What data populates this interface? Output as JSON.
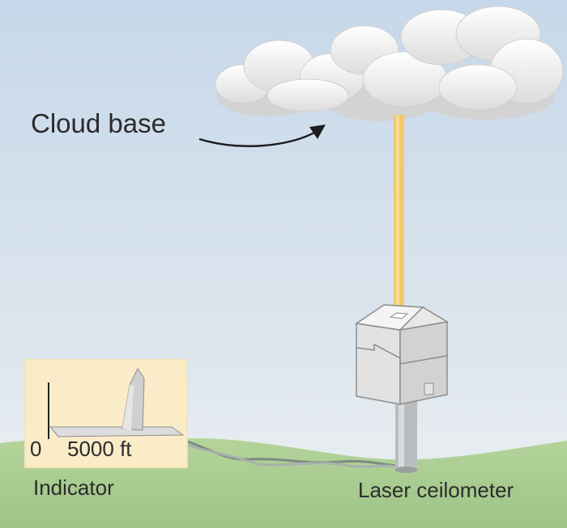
{
  "labels": {
    "cloud_base": "Cloud base",
    "indicator": "Indicator",
    "laser_ceilometer": "Laser ceilometer",
    "indicator_zero": "0",
    "indicator_distance": "5000 ft"
  },
  "colors": {
    "sky_top": "#c7d9ea",
    "sky_bottom": "#eef1f2",
    "ground": "#a8cc8e",
    "laser_beam": "#f4c96b",
    "indicator_panel": "#fbecc9",
    "indicator_border": "#f4e4b8",
    "device": "#eeeeee",
    "cloud": "#f1f1f1"
  }
}
